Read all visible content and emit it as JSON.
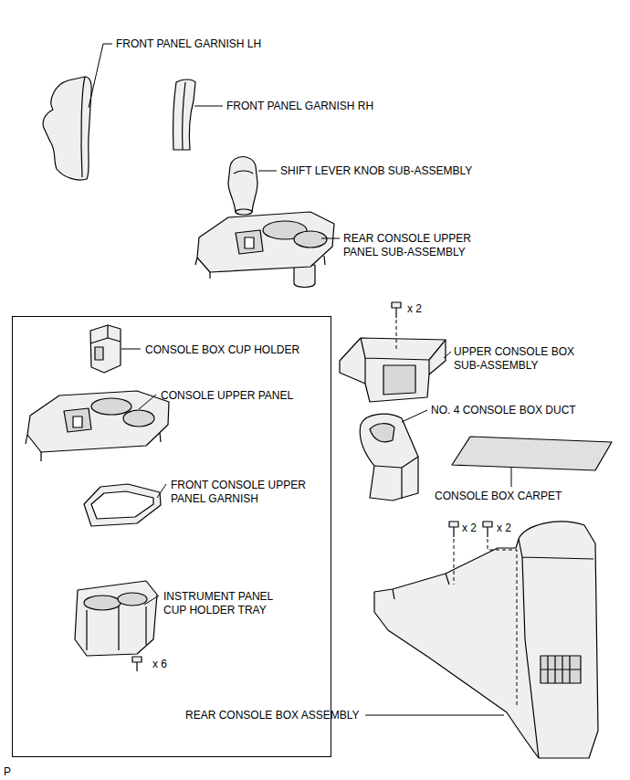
{
  "diagram": {
    "nodes": [
      {
        "text": [
          "CONSOLE BOX CUP HOLDER",
          "CONSOLE UPPER PANEL",
          "FRONT CONSOLE UPPER PANEL GARNISH",
          "INSTRUMENT PANEL CUP HOLDER TRAY",
          "x 6"
        ]
      }
    ],
    "labels": [
      "FRONT PANEL GARNISH LH",
      "FRONT PANEL GARNISH RH",
      "SHIFT LEVER KNOB SUB-ASSEMBLY",
      "REAR CONSOLE UPPER PANEL SUB-ASSEMBLY",
      "x 2",
      "UPPER CONSOLE BOX SUB-ASSEMBLY",
      "NO. 4 CONSOLE BOX DUCT",
      "CONSOLE BOX CARPET",
      "x 2",
      "x 2",
      "REAR CONSOLE BOX ASSEMBLY",
      "P"
    ]
  }
}
